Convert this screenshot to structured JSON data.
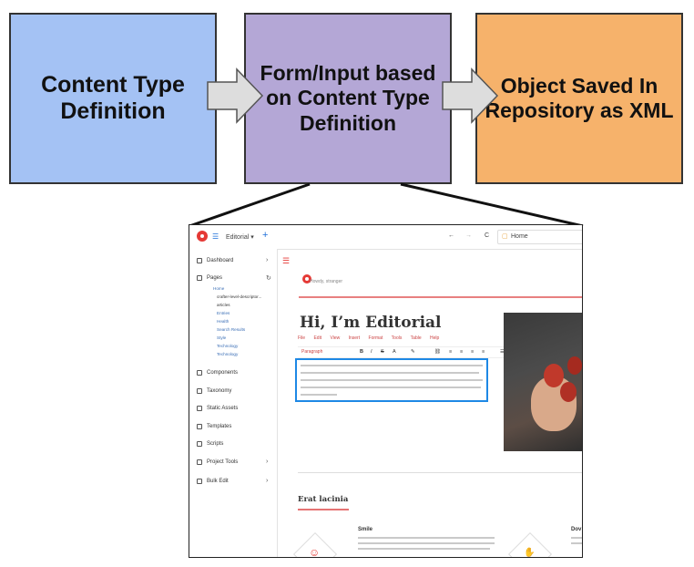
{
  "boxes": {
    "content_type": "Content Type Definition",
    "form_input": "Form/Input based on Content Type Definition",
    "object_saved": "Object Saved In Repository as XML"
  },
  "colors": {
    "box1": "#a4c2f4",
    "box2": "#b4a7d6",
    "box3": "#f6b26b",
    "arrow_fill": "#dddddd",
    "accent": "#e53935",
    "editor_focus": "#1e88e5"
  },
  "screenshot": {
    "site_name": "Editorial ▾",
    "address": "Home",
    "sidebar": {
      "dashboard": "Dashboard",
      "pages": "Pages",
      "tree": [
        "Home",
        "crafter-level-descriptor...",
        "articles",
        "Entries",
        "Health",
        "Search Results",
        "Style",
        "Technology",
        "Technology"
      ],
      "components": "Components",
      "taxonomy": "Taxonomy",
      "static_assets": "Static Assets",
      "templates": "Templates",
      "scripts": "Scripts",
      "project_tools": "Project Tools",
      "bulk_edit": "Bulk Edit"
    },
    "greeting": "Howdy, stranger",
    "heading": "Hi, I’m Editorial",
    "menubar": [
      "File",
      "Edit",
      "View",
      "Insert",
      "Format",
      "Tools",
      "Table",
      "Help"
    ],
    "paragraph_select": "Paragraph",
    "section_title": "Erat lacinia",
    "card_titles": [
      "Smile",
      "Dov"
    ]
  }
}
